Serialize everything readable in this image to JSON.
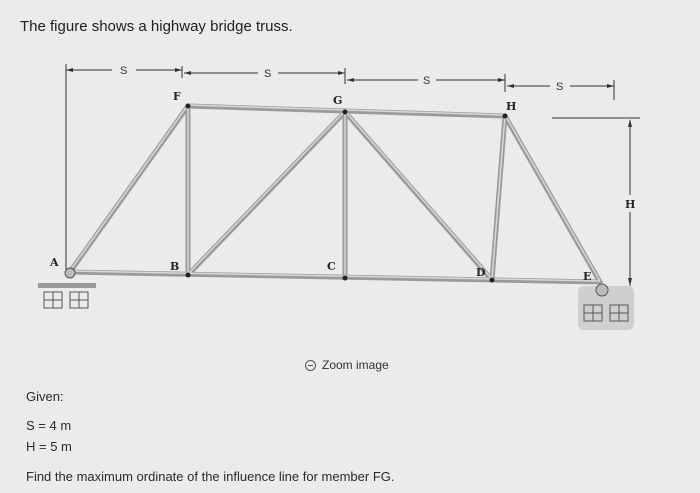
{
  "heading": "The figure shows a highway bridge truss.",
  "figure": {
    "spacing_label": "S",
    "height_label": "H",
    "joints": {
      "A": "A",
      "B": "B",
      "C": "C",
      "D": "D",
      "E": "E",
      "F": "F",
      "G": "G",
      "H": "H"
    }
  },
  "zoom_label": "Zoom image",
  "given": {
    "title": "Given:",
    "s_line": "S = 4 m",
    "h_line": "H = 5 m"
  },
  "question": "Find the maximum ordinate of the influence line for member FG."
}
